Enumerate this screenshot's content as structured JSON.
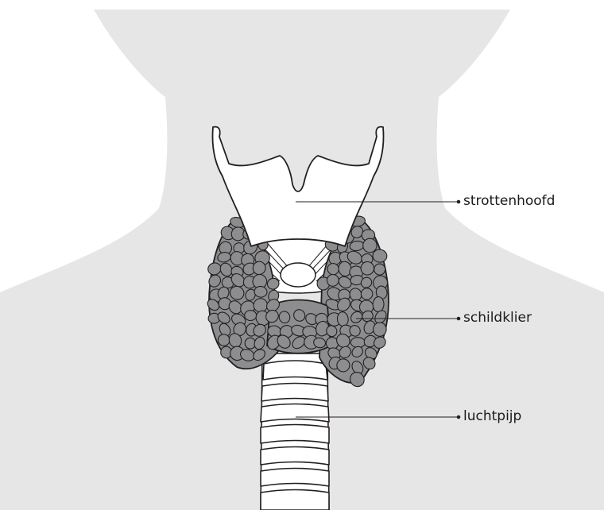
{
  "labels": {
    "larynx": "strottenhoofd",
    "thyroid": "schildklier",
    "trachea": "luchtpijp"
  },
  "colors": {
    "background": "#ffffff",
    "silhouette": "#e6e6e7",
    "outline": "#231f20",
    "cartilage_fill": "#ffffff",
    "thyroid_fill": "#8d8d8f",
    "leader_line": "#231f20"
  }
}
